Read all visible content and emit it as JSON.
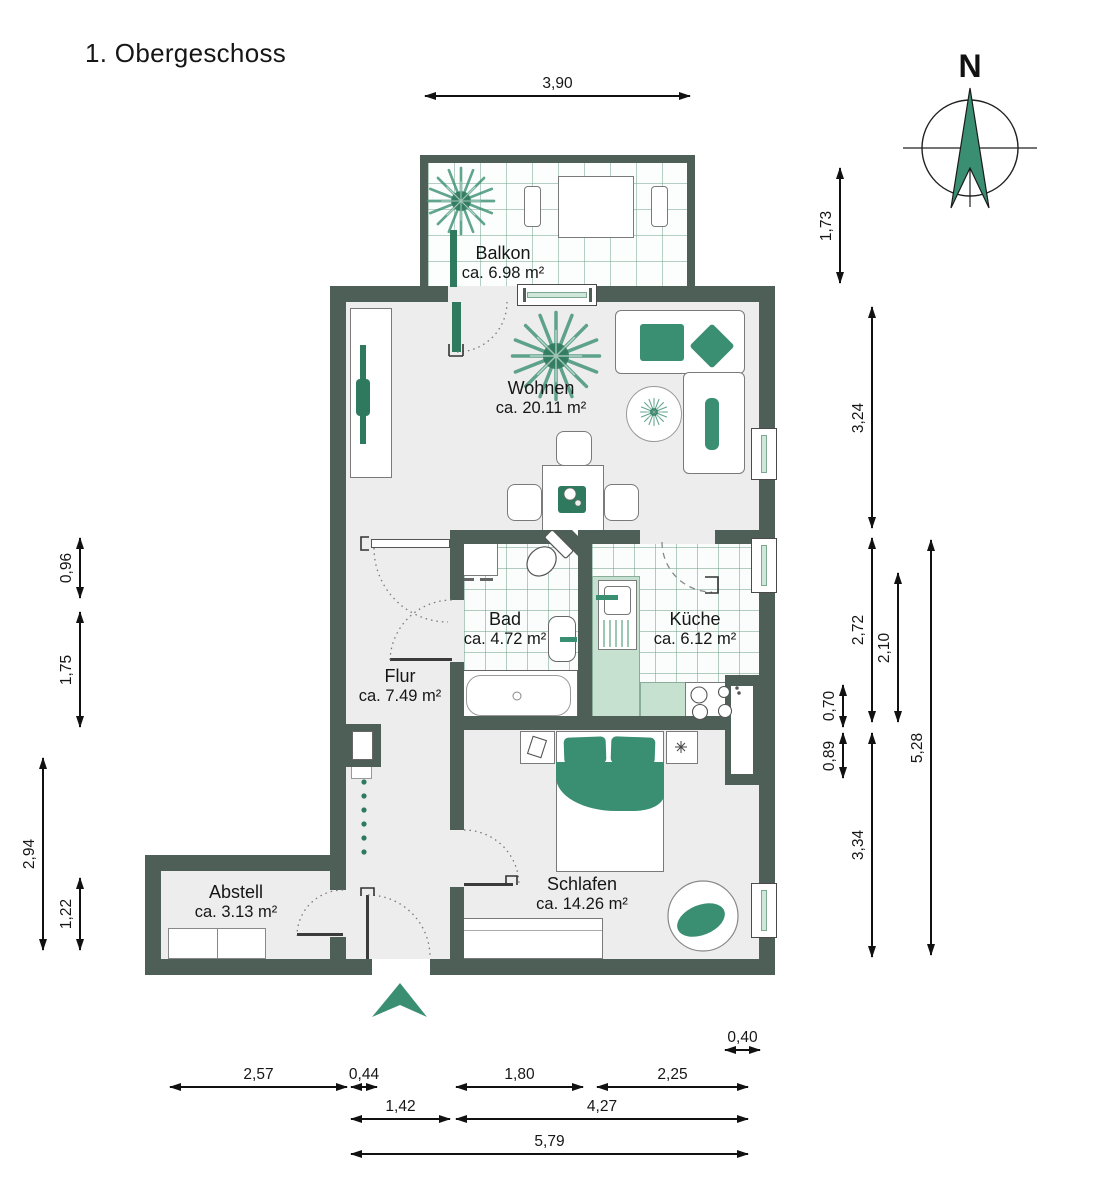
{
  "title": "1. Obergeschoss",
  "compass": {
    "label": "N"
  },
  "rooms": {
    "balkon": {
      "name": "Balkon",
      "area": "ca. 6.98 m²"
    },
    "wohnen": {
      "name": "Wohnen",
      "area": "ca. 20.11 m²"
    },
    "bad": {
      "name": "Bad",
      "area": "ca. 4.72 m²"
    },
    "kueche": {
      "name": "Küche",
      "area": "ca. 6.12 m²"
    },
    "flur": {
      "name": "Flur",
      "area": "ca. 7.49 m²"
    },
    "schlafen": {
      "name": "Schlafen",
      "area": "ca. 14.26 m²"
    },
    "abstell": {
      "name": "Abstell",
      "area": "ca. 3.13 m²"
    }
  },
  "dims": {
    "d390": "3,90",
    "d173": "1,73",
    "d324": "3,24",
    "d272": "2,72",
    "d210": "2,10",
    "d070": "0,70",
    "d089": "0,89",
    "d334": "3,34",
    "d528": "5,28",
    "d096": "0,96",
    "d175": "1,75",
    "d294": "2,94",
    "d122": "1,22",
    "d040": "0,40",
    "d257": "2,57",
    "d044": "0,44",
    "d180": "1,80",
    "d225": "2,25",
    "d142": "1,42",
    "d427": "4,27",
    "d579": "5,79"
  },
  "colors": {
    "wall": "#4d5f56",
    "accent": "#3a8e72",
    "accent_dark": "#2f7a5e",
    "window_glass": "#cfe6da",
    "kitchen_counter": "#c7e1d1",
    "floor": "#ededed"
  }
}
